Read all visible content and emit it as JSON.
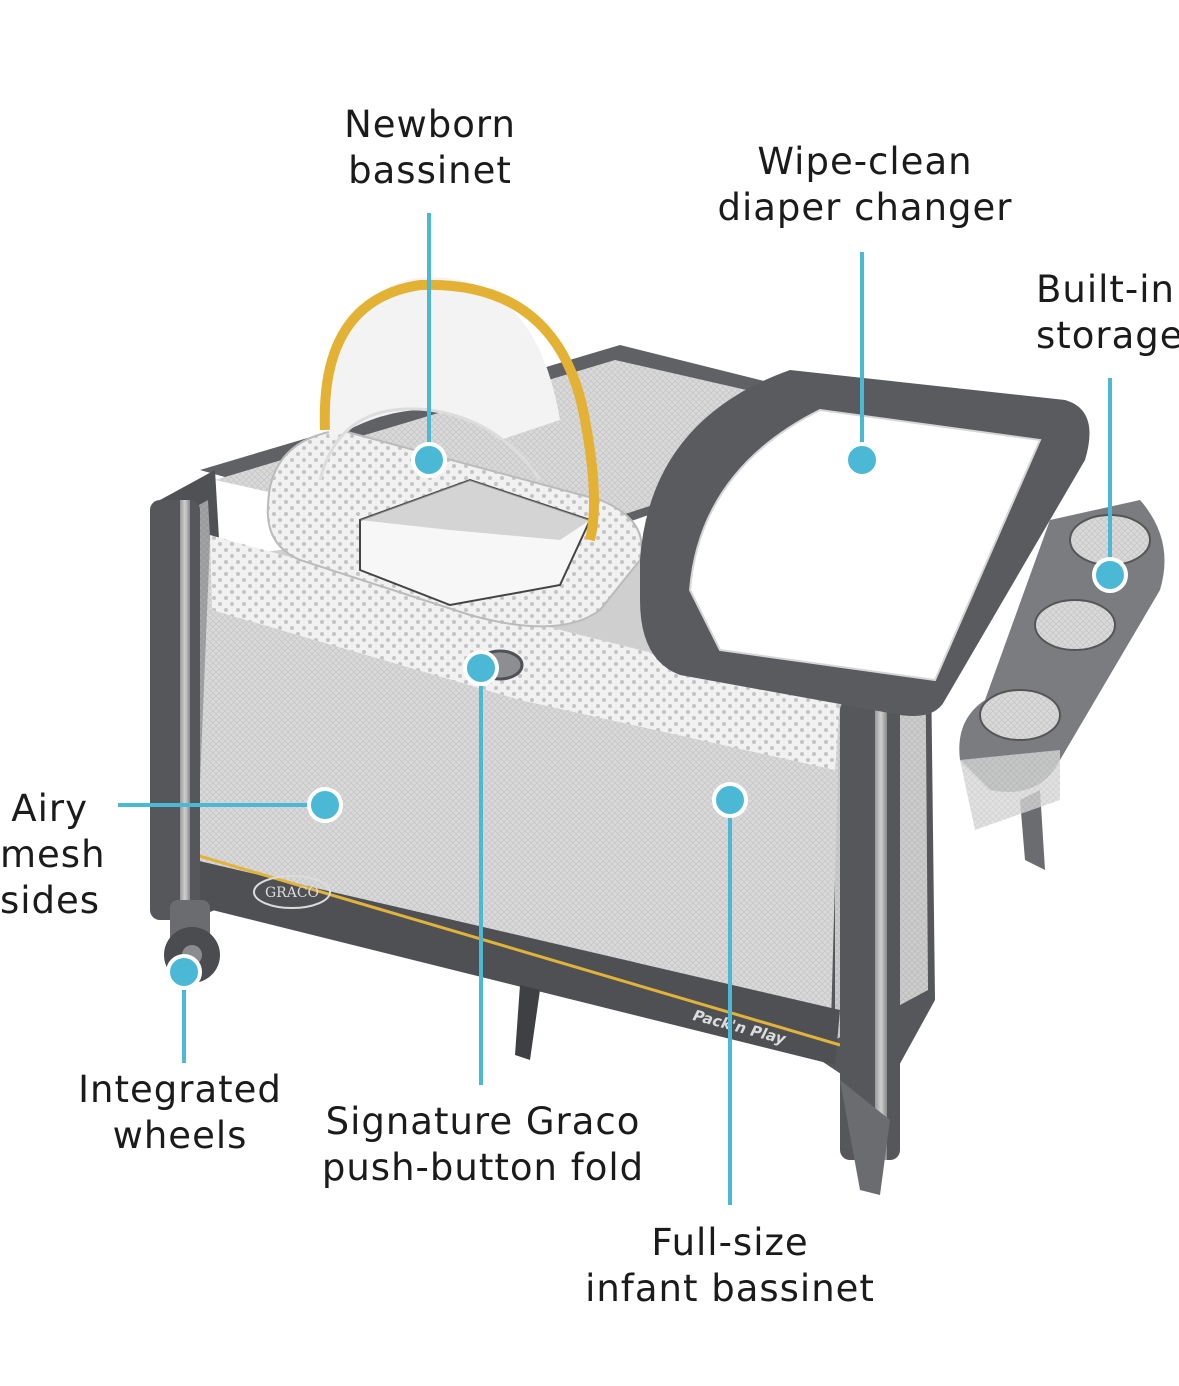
{
  "accent_color": "#4bb8d6",
  "product": {
    "brand_logo": "GRACO",
    "model_logo": "Pack'n Play"
  },
  "callouts": {
    "newborn_bassinet": {
      "line1": "Newborn",
      "line2": "bassinet"
    },
    "diaper_changer": {
      "line1": "Wipe-clean",
      "line2": "diaper changer"
    },
    "storage": {
      "line1": "Built-in",
      "line2": "storage"
    },
    "mesh_sides": {
      "line1": "Airy",
      "line2": "mesh",
      "line3": "sides"
    },
    "wheels": {
      "line1": "Integrated",
      "line2": "wheels"
    },
    "push_button_fold": {
      "line1": "Signature Graco",
      "line2": "push-button fold"
    },
    "infant_bassinet": {
      "line1": "Full-size",
      "line2": "infant bassinet"
    }
  }
}
